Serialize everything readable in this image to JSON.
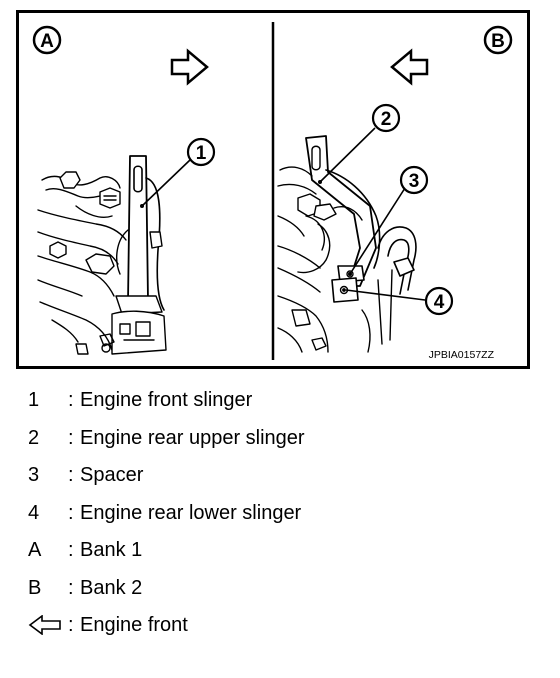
{
  "figure": {
    "panel_a_label": "A",
    "panel_b_label": "B",
    "callouts": [
      "1",
      "2",
      "3",
      "4"
    ],
    "figure_code": "JPBIA0157ZZ"
  },
  "legend": [
    {
      "key": "1",
      "desc": "Engine front slinger"
    },
    {
      "key": "2",
      "desc": "Engine rear upper slinger"
    },
    {
      "key": "3",
      "desc": "Spacer"
    },
    {
      "key": "4",
      "desc": "Engine rear lower slinger"
    },
    {
      "key": "A",
      "desc": "Bank 1"
    },
    {
      "key": "B",
      "desc": "Bank 2"
    },
    {
      "key_icon": "left-arrow-outline-icon",
      "desc": "Engine front"
    }
  ]
}
